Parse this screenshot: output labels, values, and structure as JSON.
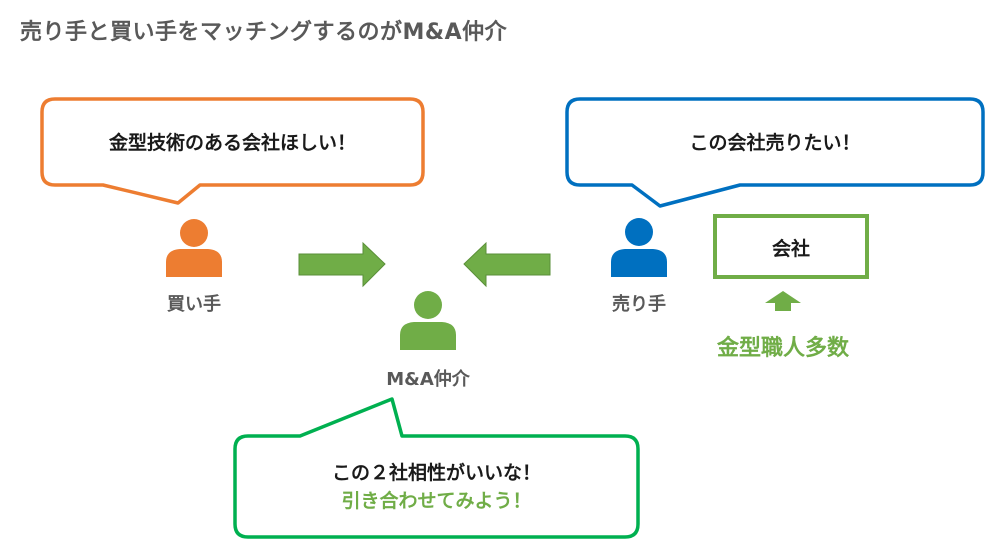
{
  "title": "売り手と買い手をマッチングするのがM&A仲介",
  "colors": {
    "buyer": "#ed7d31",
    "seller": "#0070c0",
    "broker": "#70ad47",
    "broker_bubble": "#00b050",
    "company_box": "#70ad47",
    "arrow": "#70ad47",
    "label_text": "#595959"
  },
  "buyer": {
    "label": "買い手",
    "icon": "person-icon",
    "speech": "金型技術のある会社ほしい！"
  },
  "seller": {
    "label": "売り手",
    "icon": "person-icon",
    "speech": "この会社売りたい！"
  },
  "broker": {
    "label": "M&A仲介",
    "icon": "person-icon",
    "speech_line1": "この２社相性がいいな！",
    "speech_line2": "引き合わせてみよう！"
  },
  "company": {
    "label": "会社",
    "feature": "金型職人多数"
  }
}
